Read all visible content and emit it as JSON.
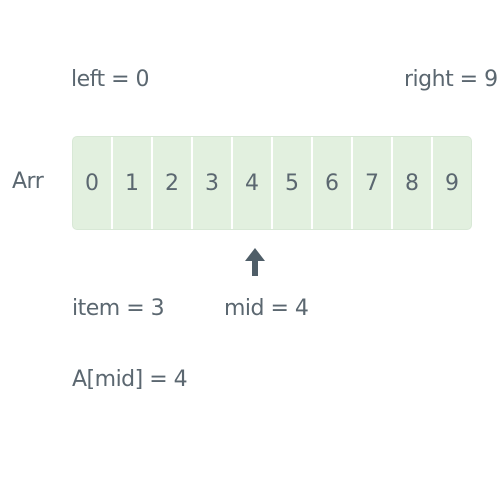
{
  "labels": {
    "left": "left = 0",
    "right": "right = 9",
    "array_name": "Arr",
    "item": "item = 3",
    "mid": "mid = 4",
    "amid": "A[mid] = 4"
  },
  "array": {
    "cells": [
      "0",
      "1",
      "2",
      "3",
      "4",
      "5",
      "6",
      "7",
      "8",
      "9"
    ],
    "pointer_index": 4
  },
  "colors": {
    "cell_fill": "#e2f0df",
    "text": "#5b6770",
    "arrow": "#4f5e68"
  },
  "icons": {
    "pointer": "up-arrow-icon"
  }
}
